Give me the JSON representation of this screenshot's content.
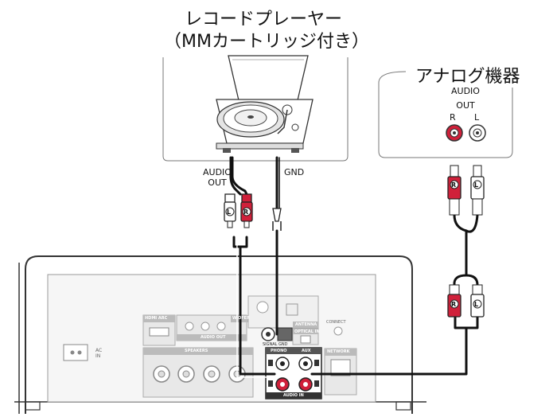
{
  "turntable": {
    "title_line1": "レコードプレーヤー",
    "title_line2": "（MMカートリッジ付き）",
    "audio_out_line1": "AUDIO",
    "audio_out_line2": "OUT",
    "gnd_label": "GND"
  },
  "analog_device": {
    "title": "アナログ機器",
    "audio_line1": "AUDIO",
    "audio_line2": "OUT",
    "right_label": "R",
    "left_label": "L"
  },
  "plug_labels": {
    "right": "R",
    "left": "L"
  },
  "receiver_panel": {
    "hdmi_arc": "HDMI ARC",
    "audio_out": "AUDIO OUT",
    "subwoofer": "W.OFER",
    "speakers": "SPEAKERS",
    "antenna": "ANTENNA",
    "optical_in": "OPTICAL IN",
    "connect": "CONNECT",
    "network": "NETWORK",
    "phono": "PHONO",
    "aux": "AUX",
    "audio_in": "AUDIO IN",
    "signal_gnd": "SIGNAL GND",
    "ac_in_line1": "AC",
    "ac_in_line2": "IN"
  },
  "colors": {
    "red_plug": "#d0203a",
    "cable": "#111111",
    "outline": "#555555"
  }
}
